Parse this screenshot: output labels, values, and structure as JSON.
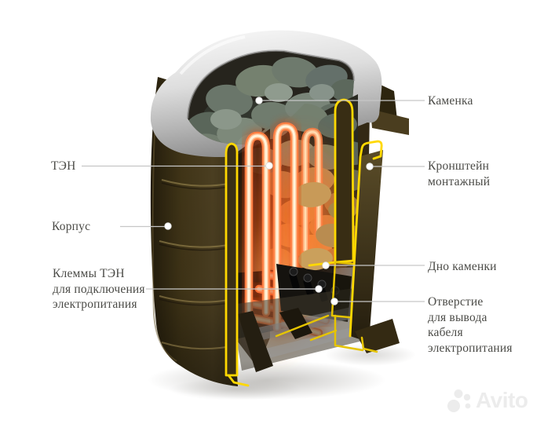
{
  "callouts": {
    "left": [
      {
        "id": "ten",
        "lines": [
          "ТЭН"
        ]
      },
      {
        "id": "korpus",
        "lines": [
          "Корпус"
        ]
      },
      {
        "id": "klemmy-ten",
        "lines": [
          "Клеммы ТЭН",
          "для подключения",
          "электропитания"
        ]
      }
    ],
    "right": [
      {
        "id": "kamenka",
        "lines": [
          "Каменка"
        ]
      },
      {
        "id": "kronshtein-montazhnyj",
        "lines": [
          "Кронштейн",
          "монтажный"
        ]
      },
      {
        "id": "dno-kamenki",
        "lines": [
          "Дно каменки"
        ]
      },
      {
        "id": "otverstie",
        "lines": [
          "Отверстие",
          "для вывода",
          "кабеля",
          "электропитания"
        ]
      }
    ]
  },
  "watermark": {
    "text": "Avito",
    "icon": "avito-logo-icon"
  },
  "colors": {
    "background": "#ffffff",
    "label_text": "#4b4b47",
    "leader_line": "#c6c6c6",
    "cut_edge_yellow": "#ffd800",
    "body_brown": "#46391f",
    "stones_green_gray": "#75816f",
    "heat_glow_orange": "#ff7e42",
    "steel_rim_gray": "#d6d6d6",
    "watermark_gray": "#ececec"
  }
}
